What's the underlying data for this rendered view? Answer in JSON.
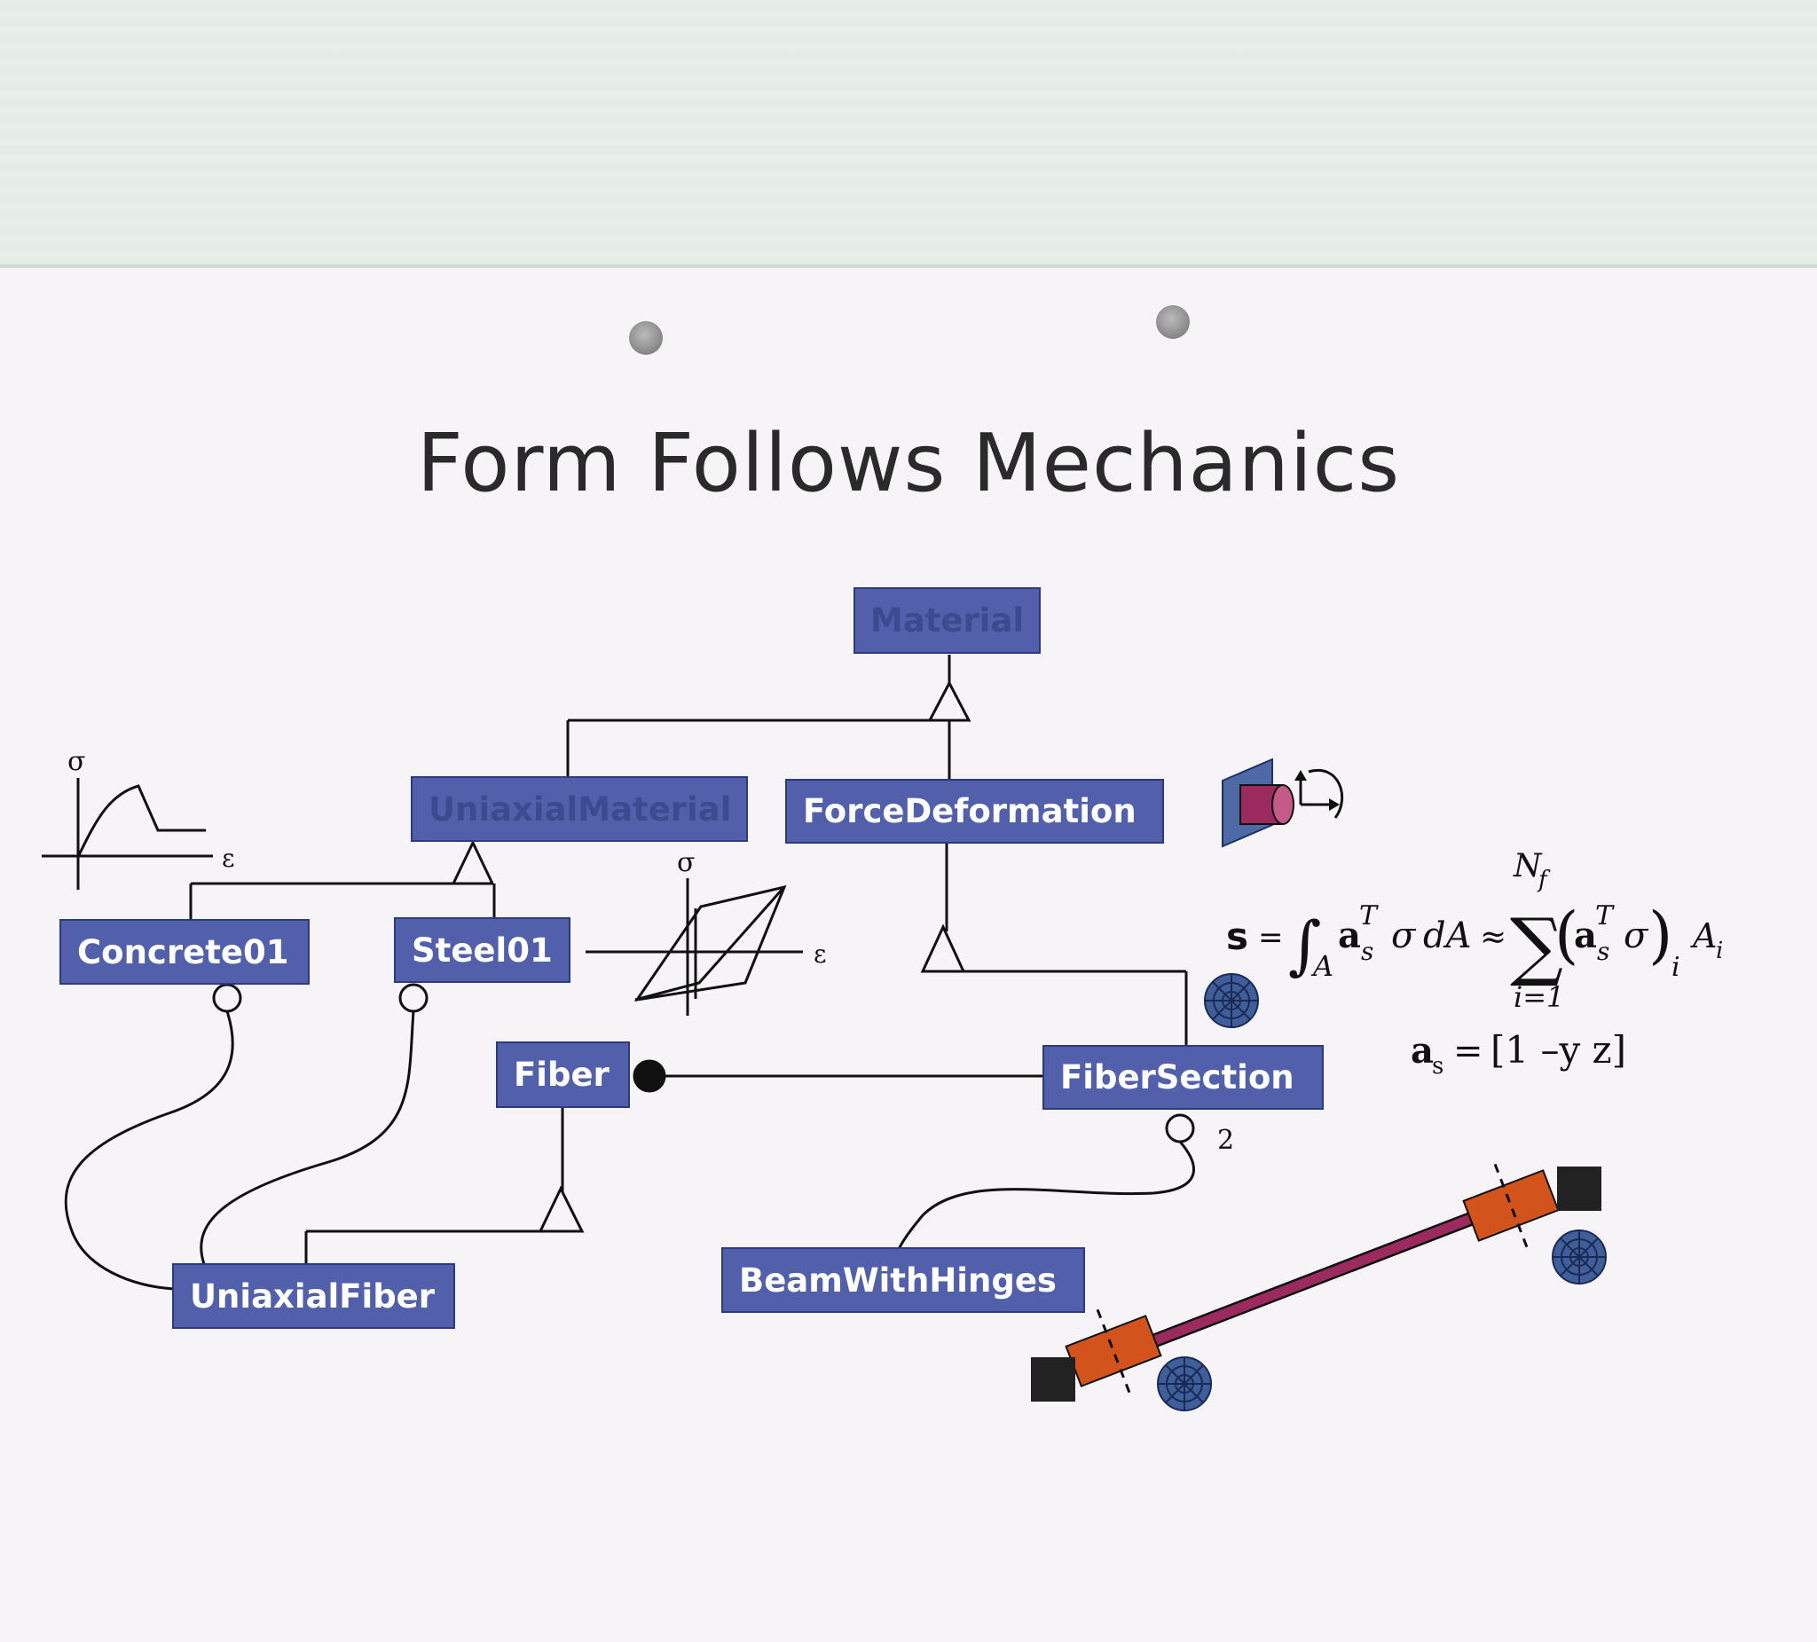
{
  "title": "Form Follows Mechanics",
  "classes": {
    "material": "Material",
    "uniaxial_material": "UniaxialMaterial",
    "force_deformation": "ForceDeformation",
    "concrete01": "Concrete01",
    "steel01": "Steel01",
    "fiber": "Fiber",
    "fiber_section": "FiberSection",
    "uniaxial_fiber": "UniaxialFiber",
    "beam_with_hinges": "BeamWithHinges"
  },
  "labels": {
    "sigma": "σ",
    "epsilon": "ε",
    "multiplicity": "2"
  },
  "equations": {
    "section_force": "s = ∫A asT σ dA ≈ Σi=1..Nf (asT σ)i Ai",
    "section_force_lhs": "s",
    "eq_sign": "=",
    "integral": "∫",
    "int_sub": "A",
    "a": "a",
    "sub_s": "s",
    "sup_T": "T",
    "sigma": "σ",
    "dA": "dA",
    "approx": "≈",
    "sum": "∑",
    "sum_upper": "N",
    "sum_upper_sub": "f",
    "sum_lower": "i=1",
    "paren_l": "(",
    "paren_r": ")",
    "sub_i": "i",
    "A_i": "A",
    "a_s_vector": "[1 –y  z]"
  },
  "colors": {
    "box_fill": "#5260ac",
    "box_border": "#2d3a82",
    "hinge": "#d2531c",
    "beam": "#9b2a5f",
    "section_icon": "#3f5e9a"
  }
}
